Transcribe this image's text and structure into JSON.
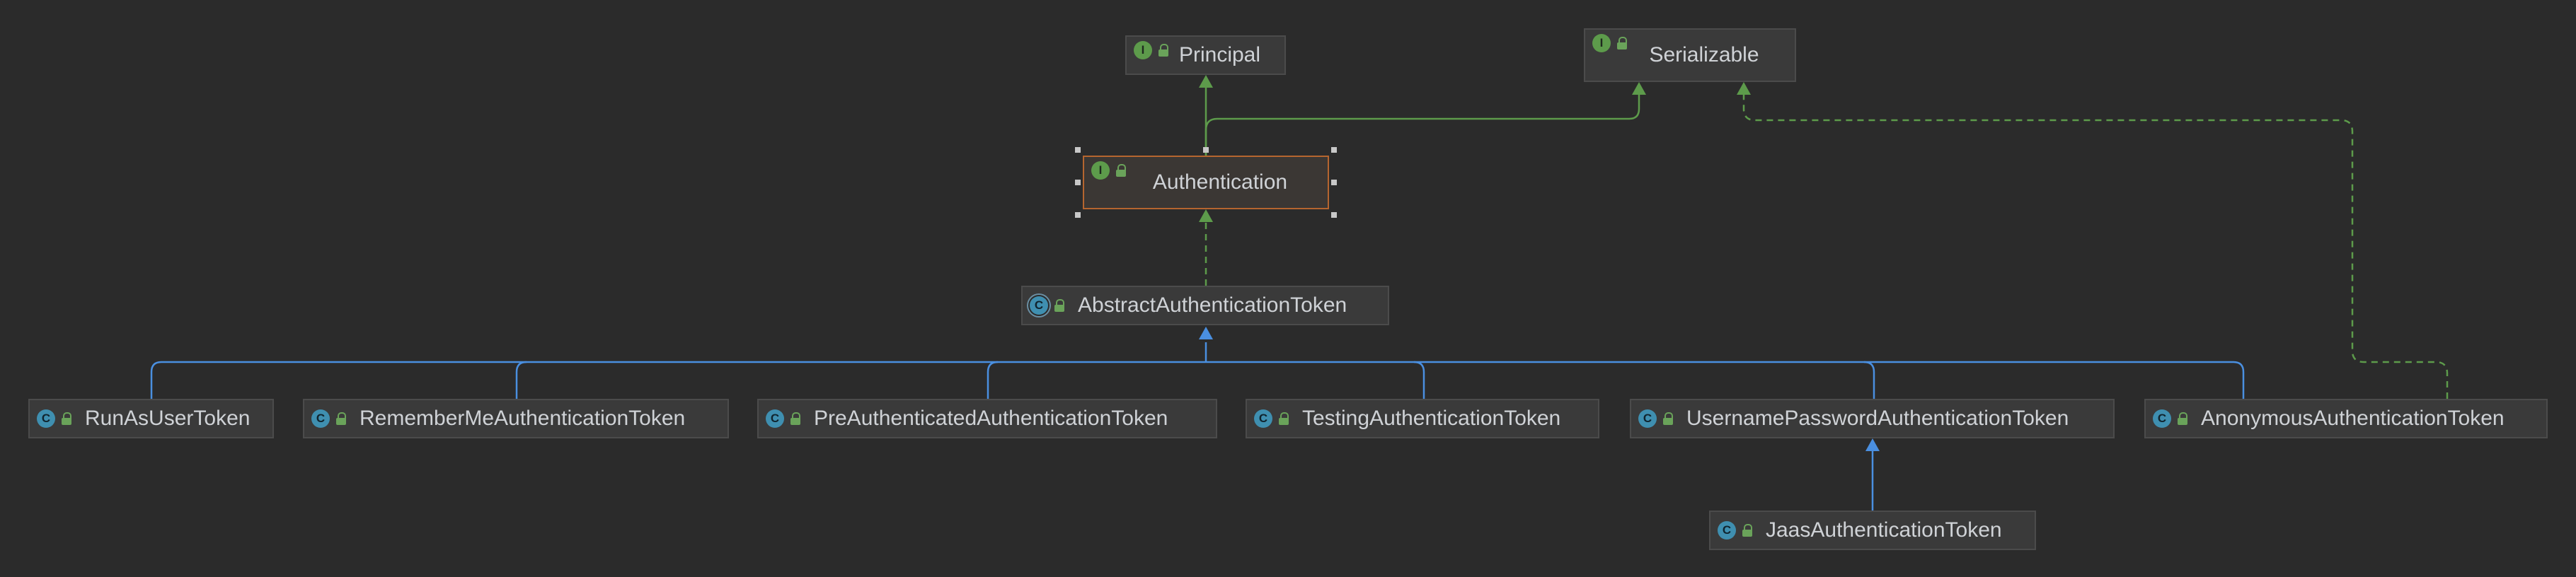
{
  "diagram": {
    "nodes": [
      {
        "id": "principal",
        "label": "Principal",
        "kind": "interface",
        "badge": "I"
      },
      {
        "id": "serializable",
        "label": "Serializable",
        "kind": "interface",
        "badge": "I"
      },
      {
        "id": "authentication",
        "label": "Authentication",
        "kind": "interface",
        "badge": "I",
        "selected": true
      },
      {
        "id": "abstract-token",
        "label": "AbstractAuthenticationToken",
        "kind": "abstract-class",
        "badge": "C"
      },
      {
        "id": "runas",
        "label": "RunAsUserToken",
        "kind": "class",
        "badge": "C"
      },
      {
        "id": "rememberme",
        "label": "RememberMeAuthenticationToken",
        "kind": "class",
        "badge": "C"
      },
      {
        "id": "preauth",
        "label": "PreAuthenticatedAuthenticationToken",
        "kind": "class",
        "badge": "C"
      },
      {
        "id": "testing",
        "label": "TestingAuthenticationToken",
        "kind": "class",
        "badge": "C"
      },
      {
        "id": "usernamepassword",
        "label": "UsernamePasswordAuthenticationToken",
        "kind": "class",
        "badge": "C"
      },
      {
        "id": "anonymous",
        "label": "AnonymousAuthenticationToken",
        "kind": "class",
        "badge": "C"
      },
      {
        "id": "jaas",
        "label": "JaasAuthenticationToken",
        "kind": "class",
        "badge": "C"
      }
    ],
    "edges": [
      {
        "from": "authentication",
        "to": "principal",
        "type": "extends-interface"
      },
      {
        "from": "authentication",
        "to": "serializable",
        "type": "extends-interface"
      },
      {
        "from": "abstract-token",
        "to": "authentication",
        "type": "implements"
      },
      {
        "from": "anonymous",
        "to": "serializable",
        "type": "implements"
      },
      {
        "from": "runas",
        "to": "abstract-token",
        "type": "extends"
      },
      {
        "from": "rememberme",
        "to": "abstract-token",
        "type": "extends"
      },
      {
        "from": "preauth",
        "to": "abstract-token",
        "type": "extends"
      },
      {
        "from": "testing",
        "to": "abstract-token",
        "type": "extends"
      },
      {
        "from": "usernamepassword",
        "to": "abstract-token",
        "type": "extends"
      },
      {
        "from": "anonymous",
        "to": "abstract-token",
        "type": "extends"
      },
      {
        "from": "jaas",
        "to": "usernamepassword",
        "type": "extends"
      }
    ],
    "colors": {
      "interface_edge": "#5d9b4b",
      "class_edge": "#4a8fe0",
      "selection": "#b5652f"
    }
  }
}
